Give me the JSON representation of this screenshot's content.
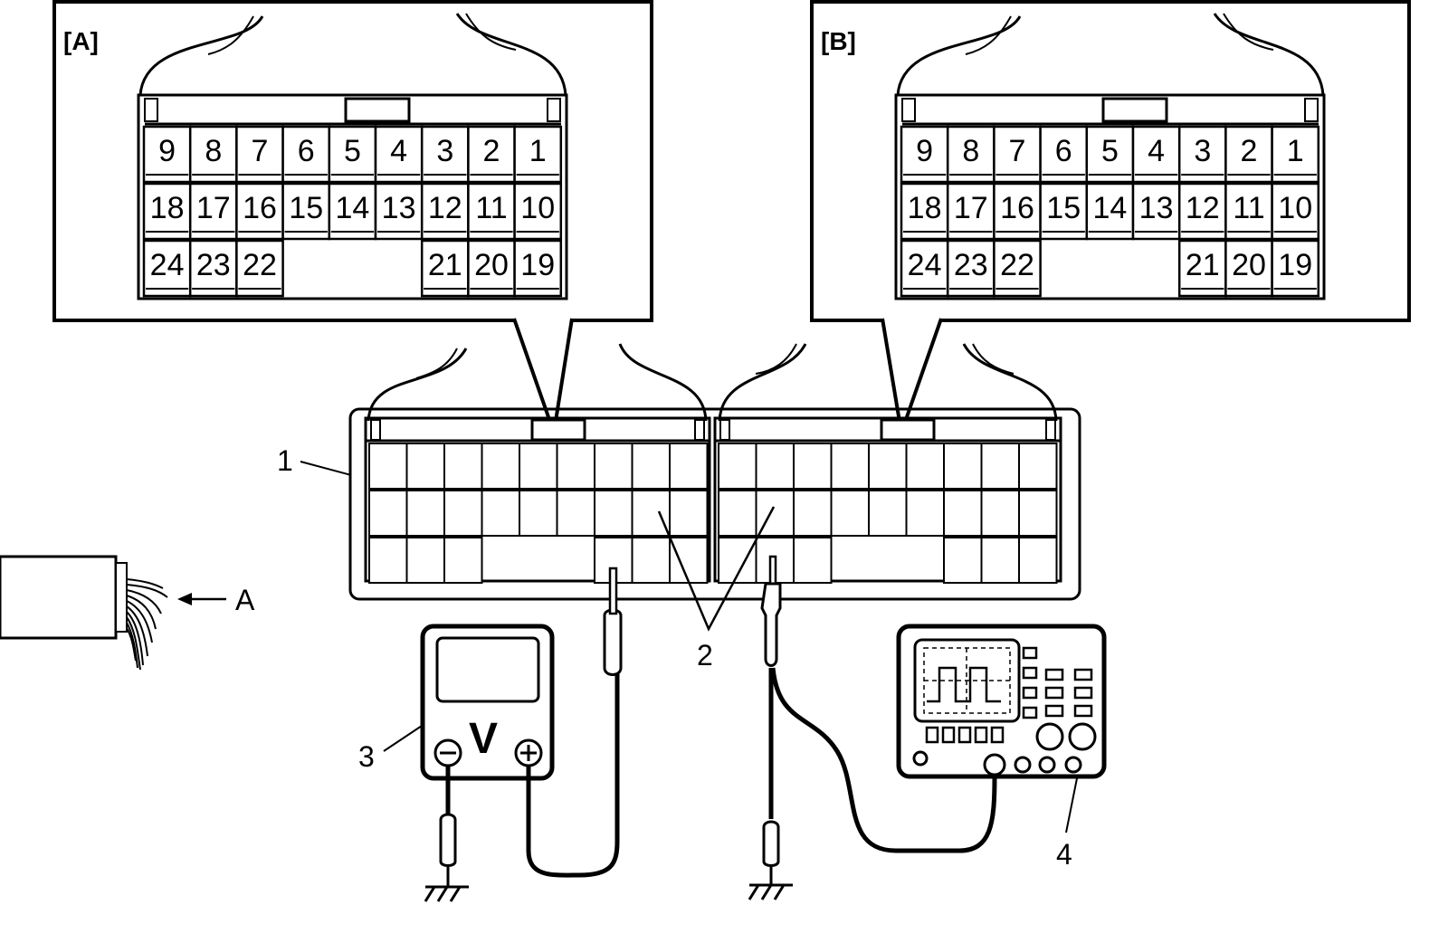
{
  "callouts": {
    "a": "[A]",
    "b": "[B]"
  },
  "connector_pins": {
    "row1": [
      "9",
      "8",
      "7",
      "6",
      "5",
      "4",
      "3",
      "2",
      "1"
    ],
    "row2": [
      "18",
      "17",
      "16",
      "15",
      "14",
      "13",
      "12",
      "11",
      "10"
    ],
    "row3_left": [
      "24",
      "23",
      "22"
    ],
    "row3_right": [
      "21",
      "20",
      "19"
    ]
  },
  "labels": {
    "ecm": "1",
    "connectors": "2",
    "voltmeter": "3",
    "oscilloscope": "4",
    "view_arrow": "A"
  },
  "voltmeter": {
    "symbol": "V",
    "minus": "⊖",
    "plus": "⊕"
  }
}
